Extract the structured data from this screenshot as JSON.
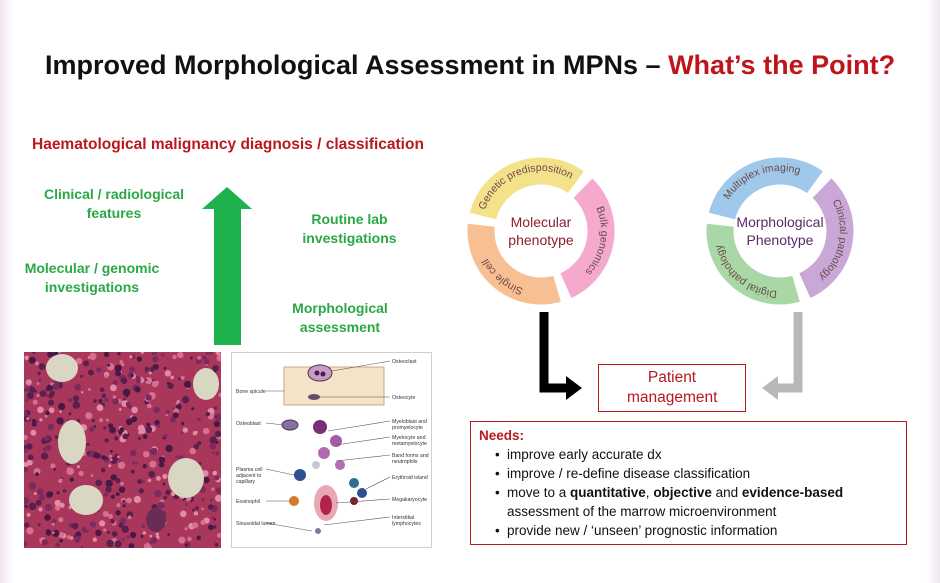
{
  "title": {
    "main": "Improved Morphological Assessment in MPNs – ",
    "accent": "What’s the Point?"
  },
  "heading": "Haematological malignancy diagnosis / classification",
  "inputs": {
    "clinical": "Clinical / radiological features",
    "molecular": "Molecular / genomic investigations",
    "routine": "Routine lab investigations",
    "morphological": "Morphological assessment"
  },
  "marrow_diagram": {
    "labels": [
      "Osteoclast",
      "Bone spicule",
      "Osteocyte",
      "Osteoblast",
      "Myeloblast and promyelocyte",
      "Myelocyte and metamyelocyte",
      "Band forms and neutrophils",
      "Plasma cell adjacent to capillary",
      "Erythroid island",
      "Eosinophil",
      "Megakaryocyte",
      "Sinusoidal lumen",
      "Interstitial lymphocytes"
    ]
  },
  "molecular_ring": {
    "center": "Molecular phenotype",
    "segments": [
      "Genetic predisposition",
      "Bulk genomics",
      "Single cell"
    ],
    "colors": [
      "#f3e28a",
      "#f4a9cd",
      "#f7bf92"
    ]
  },
  "morph_ring": {
    "center": "Morphological Phenotype",
    "segments": [
      "Multiplex imaging",
      "Clinical pathology",
      "Digital pathology"
    ],
    "colors": [
      "#9fc8ea",
      "#c9a7d6",
      "#a9d8a6"
    ]
  },
  "patient_management": "Patient management",
  "needs": {
    "title": "Needs:",
    "items": [
      {
        "parts": [
          {
            "t": "improve early accurate dx",
            "b": false
          }
        ]
      },
      {
        "parts": [
          {
            "t": "improve / re-define disease classification",
            "b": false
          }
        ]
      },
      {
        "parts": [
          {
            "t": "move to a ",
            "b": false
          },
          {
            "t": "quantitative",
            "b": true
          },
          {
            "t": ", ",
            "b": false
          },
          {
            "t": "objective",
            "b": true
          },
          {
            "t": " and ",
            "b": false
          },
          {
            "t": "evidence-based",
            "b": true
          },
          {
            "t": " assessment of the marrow microenvironment",
            "b": false
          }
        ]
      },
      {
        "parts": [
          {
            "t": "provide new / ‘unseen’ prognostic information",
            "b": false
          }
        ]
      }
    ]
  },
  "colors": {
    "accent_red": "#c0141b",
    "green": "#2aa845"
  }
}
